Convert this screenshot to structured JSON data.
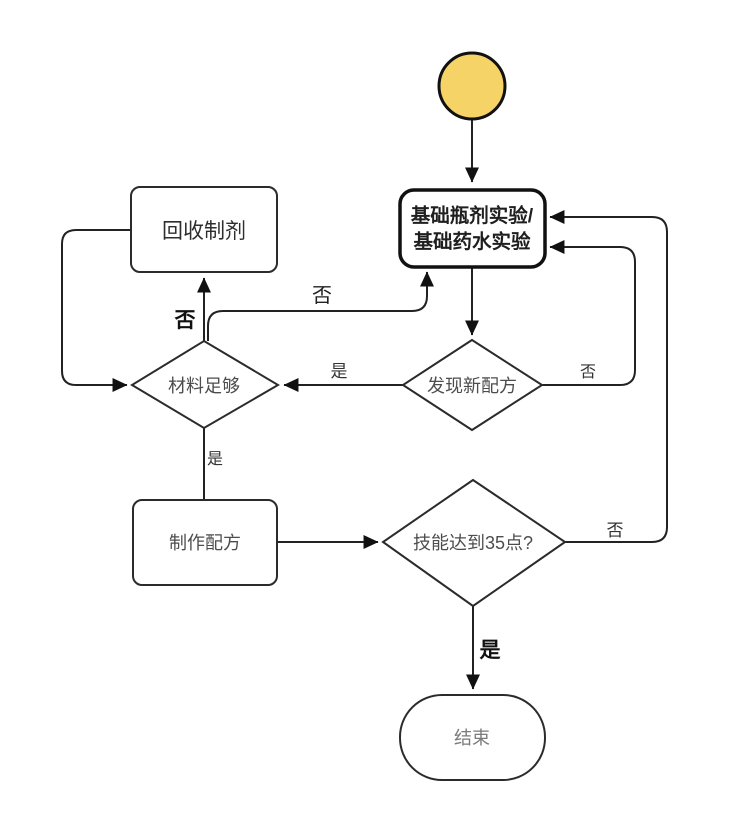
{
  "diagram": {
    "title": "alchemy-experiment-flowchart",
    "colors": {
      "start_fill": "#f6d366",
      "start_stroke": "#111111",
      "line": "#222222"
    },
    "nodes": {
      "start": {
        "type": "start-circle"
      },
      "experiment": {
        "type": "process-bold",
        "lines": [
          "基础瓶剂实验/",
          "基础药水实验"
        ]
      },
      "recycle": {
        "type": "process",
        "label": "回收制剂"
      },
      "found_recipe": {
        "type": "decision",
        "label": "发现新配方"
      },
      "materials": {
        "type": "decision",
        "label": "材料足够"
      },
      "make_recipe": {
        "type": "process",
        "label": "制作配方"
      },
      "skill_check": {
        "type": "decision",
        "label": "技能达到35点?"
      },
      "end": {
        "type": "terminator",
        "label": "结束"
      }
    },
    "edge_labels": {
      "materials_no_to_recycle": "否",
      "materials_no_to_experiment": "否",
      "found_yes_to_materials": "是",
      "found_no_to_experiment": "否",
      "materials_yes_to_make": "是",
      "skill_no_to_experiment": "否",
      "skill_yes_to_end": "是"
    }
  }
}
